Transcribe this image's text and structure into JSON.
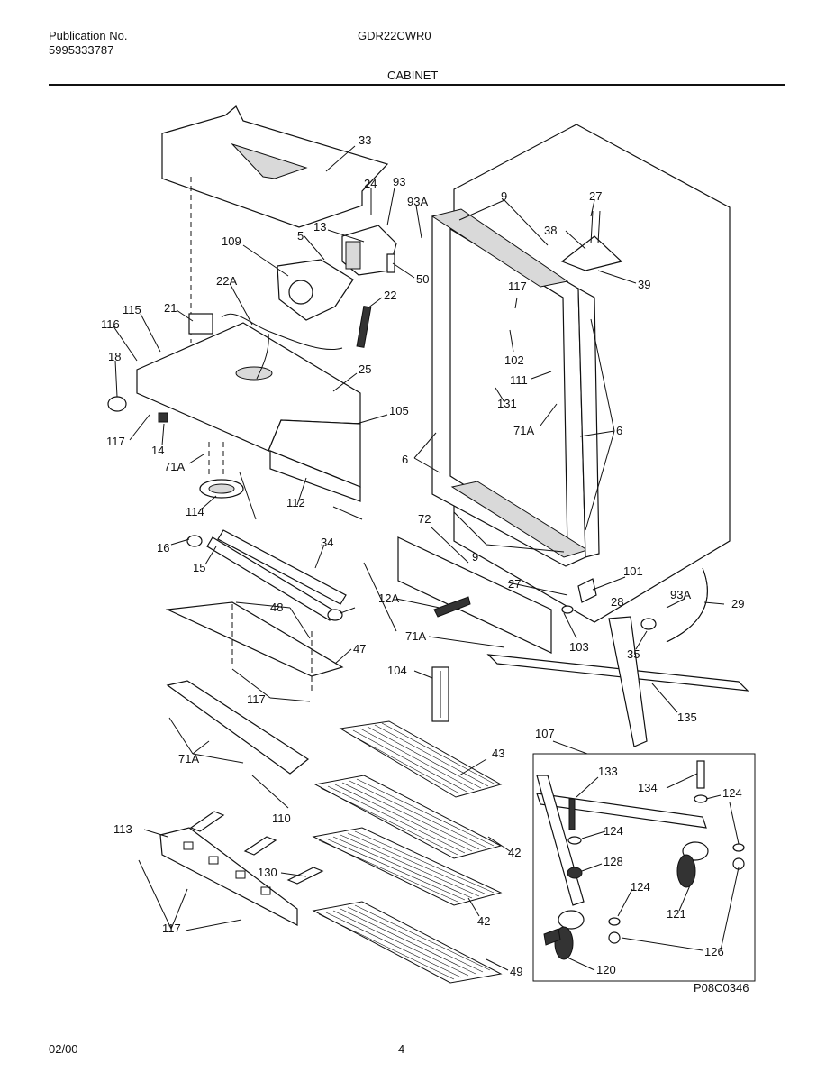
{
  "header": {
    "publication_label": "Publication No.",
    "publication_number": "5995333787",
    "model": "GDR22CWR0",
    "section": "CABINET"
  },
  "footer": {
    "date": "02/00",
    "page": "4"
  },
  "diagram": {
    "code": "P08C0346",
    "labels": [
      "33",
      "24",
      "93",
      "93A",
      "13",
      "5",
      "109",
      "50",
      "22A",
      "22",
      "21",
      "115",
      "116",
      "18",
      "25",
      "105",
      "117",
      "14",
      "71A",
      "114",
      "112",
      "16",
      "15",
      "34",
      "48",
      "47",
      "117",
      "104",
      "71A",
      "110",
      "113",
      "130",
      "117",
      "9",
      "27",
      "38",
      "39",
      "117",
      "102",
      "111",
      "131",
      "71A",
      "6",
      "6",
      "9",
      "72",
      "27",
      "101",
      "28",
      "12A",
      "93A",
      "29",
      "71A",
      "103",
      "35",
      "135",
      "107",
      "133",
      "134",
      "124",
      "124",
      "128",
      "124",
      "121",
      "126",
      "120",
      "43",
      "42",
      "42",
      "49"
    ]
  }
}
